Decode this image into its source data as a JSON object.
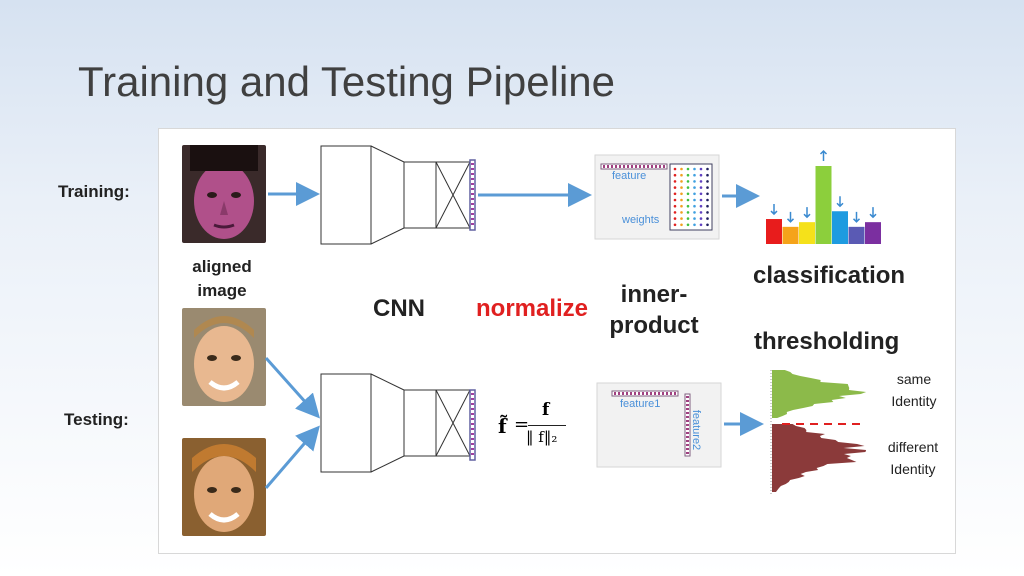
{
  "title": "Training and Testing Pipeline",
  "labels": {
    "training": "Training:",
    "testing": "Testing:",
    "aligned_image": [
      "aligned",
      "image"
    ],
    "cnn": "CNN",
    "normalize": "normalize",
    "inner_product": [
      "inner-",
      "product"
    ],
    "classification": "classification",
    "thresholding": "thresholding",
    "same_identity": [
      "same",
      "Identity"
    ],
    "different_identity": [
      "different",
      "Identity"
    ]
  },
  "inner_product_training": {
    "feature_label": "feature",
    "weights_label": "weights"
  },
  "inner_product_testing": {
    "feature1_label": "feature1",
    "feature2_label": "feature2"
  },
  "formula": {
    "lhs": "f̃",
    "equals": "=",
    "numerator": "f",
    "denominator": "‖ f‖₂"
  },
  "colors": {
    "normalize": "#e02020",
    "arrow": "#5b9bd5",
    "same_hist": "#8cba4a",
    "different_hist": "#8b3a3a",
    "threshold_line": "#e02020"
  },
  "classification_bars": {
    "colors": [
      "#e81c1c",
      "#f5a31a",
      "#f5e11a",
      "#8ccf3c",
      "#1e9be0",
      "#5a5ab4",
      "#7b2fa0"
    ],
    "heights": [
      0.32,
      0.22,
      0.28,
      1.0,
      0.42,
      0.22,
      0.28
    ],
    "arrows": [
      "down",
      "down",
      "down",
      "up",
      "down",
      "down",
      "down"
    ]
  }
}
